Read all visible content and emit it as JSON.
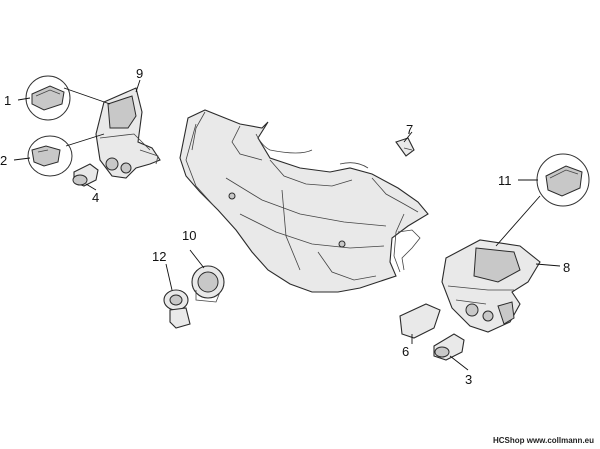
{
  "callouts": {
    "c1": "1",
    "c2": "2",
    "c3": "3",
    "c4": "4",
    "c6": "6",
    "c7": "7",
    "c8": "8",
    "c9": "9",
    "c10": "10",
    "c11": "11",
    "c12": "12"
  },
  "footer": {
    "text": "HCShop www.collmann.eu"
  }
}
